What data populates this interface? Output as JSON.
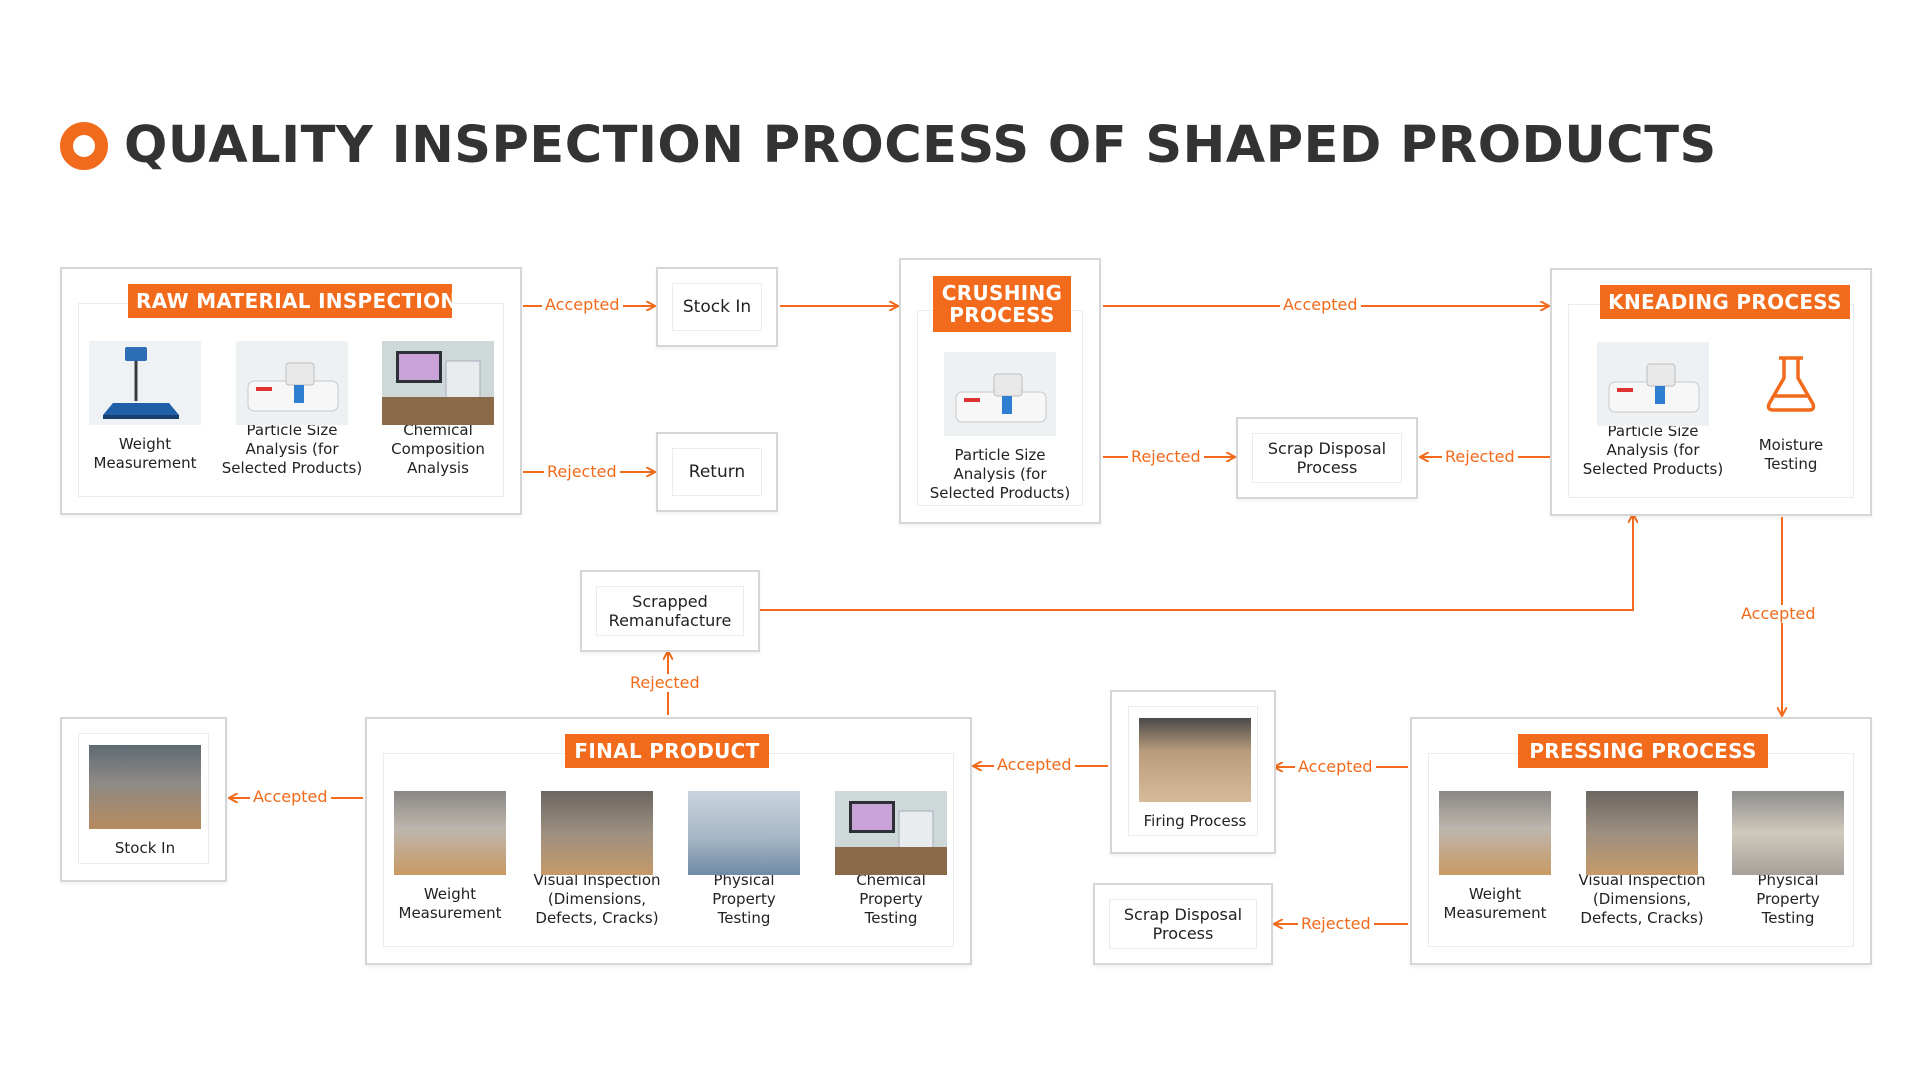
{
  "title": "QUALITY INSPECTION PROCESS OF SHAPED PRODUCTS",
  "colors": {
    "accent": "#f26a1b",
    "border": "#d6d6d6",
    "title": "#333333"
  },
  "raw": {
    "header": "RAW MATERIAL INSPECTION",
    "items": [
      {
        "label": "Weight\nMeasurement",
        "icon": "weighing-scale-image"
      },
      {
        "label": "Particle Size\nAnalysis (for\nSelected Products)",
        "icon": "particle-analyzer-image"
      },
      {
        "label": "Chemical\nComposition\nAnalysis",
        "icon": "lab-computer-image"
      }
    ]
  },
  "stock_in_top": "Stock In",
  "return_box": "Return",
  "crushing": {
    "header": "CRUSHING\nPROCESS",
    "item": {
      "label": "Particle Size\nAnalysis (for\nSelected Products)",
      "icon": "particle-analyzer-image"
    }
  },
  "scrap_top": "Scrap Disposal\nProcess",
  "kneading": {
    "header": "KNEADING PROCESS",
    "items": [
      {
        "label": "Particle Size\nAnalysis (for\nSelected Products)",
        "icon": "particle-analyzer-image"
      },
      {
        "label": "Moisture\nTesting",
        "icon": "flask-icon"
      }
    ]
  },
  "scrapped_reman": "Scrapped\nRemanufacture",
  "pressing": {
    "header": "PRESSING PROCESS",
    "items": [
      {
        "label": "Weight\nMeasurement",
        "icon": "weight-photo-image"
      },
      {
        "label": "Visual Inspection\n(Dimensions,\nDefects, Cracks)",
        "icon": "visual-inspection-image"
      },
      {
        "label": "Physical\nProperty\nTesting",
        "icon": "physical-testing-image"
      }
    ]
  },
  "firing": {
    "label": "Firing Process",
    "icon": "kiln-bricks-image"
  },
  "scrap_bottom": "Scrap Disposal\nProcess",
  "final": {
    "header": "FINAL PRODUCT",
    "items": [
      {
        "label": "Weight\nMeasurement",
        "icon": "weight-photo-image"
      },
      {
        "label": "Visual Inspection\n(Dimensions,\nDefects, Cracks)",
        "icon": "visual-inspection-image"
      },
      {
        "label": "Physical\nProperty\nTesting",
        "icon": "physical-testing-image"
      },
      {
        "label": "Chemical\nProperty\nTesting",
        "icon": "lab-computer-image"
      }
    ]
  },
  "stock_in_bottom": {
    "label": "Stock In",
    "icon": "warehouse-image"
  },
  "flow": {
    "accepted": "Accepted",
    "rejected": "Rejected"
  }
}
